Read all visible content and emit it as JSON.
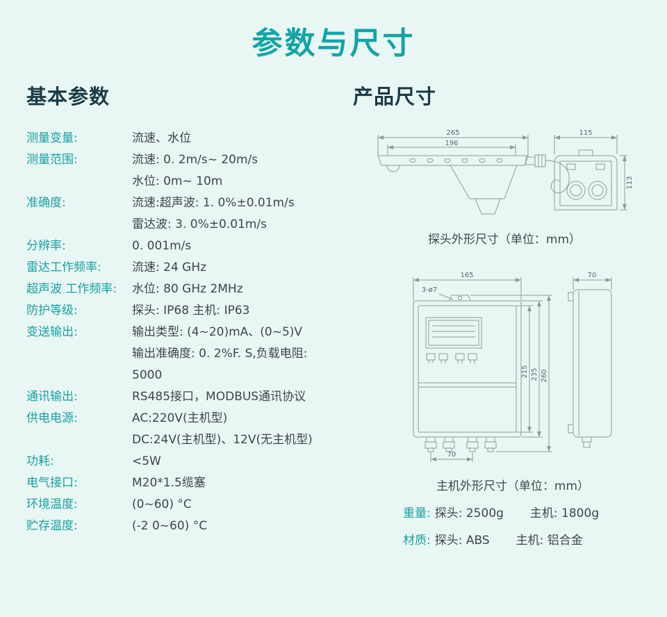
{
  "page": {
    "title": "参数与尺寸",
    "background": "#e9f7f4",
    "accent": "#12a5a5"
  },
  "basic_params": {
    "heading": "基本参数",
    "rows": [
      {
        "label": "测量变量:",
        "values": [
          "流速、水位"
        ]
      },
      {
        "label": "测量范围:",
        "values": [
          "流速: 0. 2m/s~ 20m/s",
          "水位: 0m~ 10m"
        ]
      },
      {
        "label": "准确度:",
        "values": [
          "流速:超声波: 1. 0%±0.01m/s",
          "雷达波: 3. 0%±0.01m/s"
        ]
      },
      {
        "label": "分辨率:",
        "values": [
          "0. 001m/s"
        ]
      },
      {
        "label": "雷达工作频率:",
        "values": [
          "流速: 24 GHz"
        ]
      },
      {
        "label": "超声波 工作频率:",
        "values": [
          "水位: 80 GHz  2MHz"
        ]
      },
      {
        "label": "防护等级:",
        "values": [
          "探头: IP68  主机: IP63"
        ]
      },
      {
        "label": "变送输出:",
        "values": [
          "输出类型: (4~20)mA、(0~5)V",
          "输出准确度: 0. 2%F. S,负载电阻: 5000"
        ]
      },
      {
        "label": "通讯输出:",
        "values": [
          "RS485接口，MODBUS通讯协议"
        ]
      },
      {
        "label": "供电电源:",
        "values": [
          "AC:220V(主机型)",
          "DC:24V(主机型)、12V(无主机型)"
        ]
      },
      {
        "label": "功耗:",
        "values": [
          "<5W"
        ]
      },
      {
        "label": "电气接口:",
        "values": [
          "M20*1.5缆塞"
        ]
      },
      {
        "label": "环境温度:",
        "values": [
          "(0~60) °C"
        ]
      },
      {
        "label": "贮存温度:",
        "values": [
          "(-2 0~60) °C"
        ]
      }
    ]
  },
  "product_dims": {
    "heading": "产品尺寸",
    "probe": {
      "caption": "探头外形尺寸（单位：mm）",
      "dim_265": "265",
      "dim_196": "196",
      "dim_115": "115",
      "dim_113": "113"
    },
    "host": {
      "caption": "主机外形尺寸（单位：mm）",
      "dim_165": "165",
      "holes": "3-ø7",
      "dim_215": "215",
      "dim_235": "235",
      "dim_260": "260",
      "dim_70_bottom": "70",
      "dim_70_side": "70"
    },
    "weight": {
      "label": "重量:",
      "probe": "探头: 2500g",
      "host": "主机: 1800g"
    },
    "material": {
      "label": "材质:",
      "probe": "探头: ABS",
      "host": "主机: 铝合金"
    }
  }
}
